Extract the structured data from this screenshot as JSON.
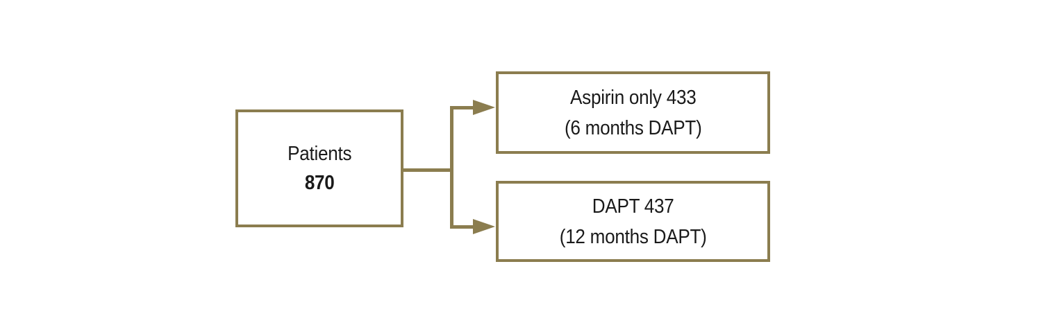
{
  "diagram": {
    "root": {
      "label": "Patients",
      "count": "870"
    },
    "branches": [
      {
        "line1": "Aspirin only 433",
        "line2": "(6 months DAPT)"
      },
      {
        "line1": "DAPT 437",
        "line2": "(12 months DAPT)"
      }
    ],
    "colors": {
      "accent": "#8b7d4f",
      "text": "#1a1a1a",
      "background": "#ffffff"
    }
  }
}
